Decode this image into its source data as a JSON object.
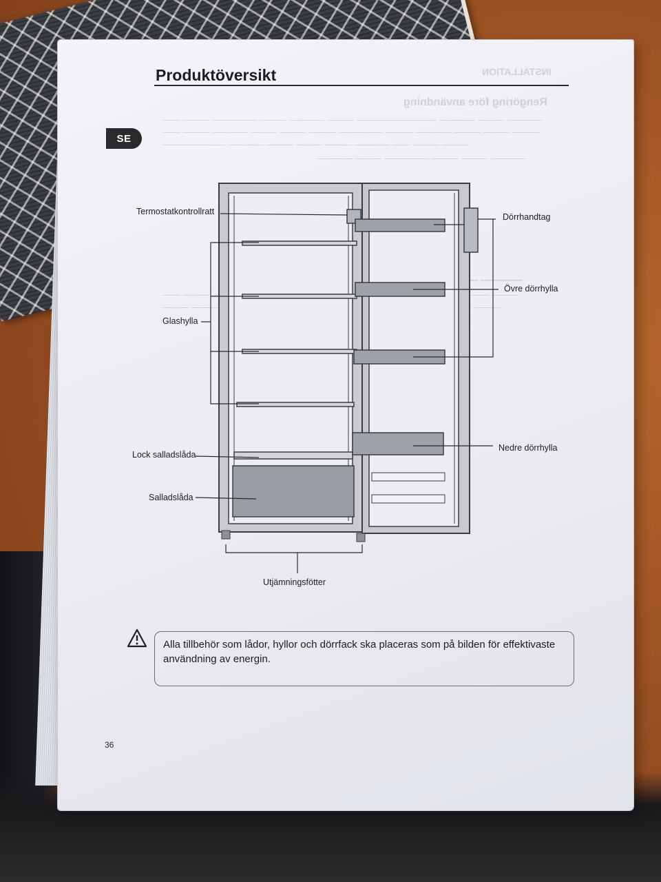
{
  "header": {
    "title": "Produktöversikt",
    "language_tab": "SE"
  },
  "labels": {
    "thermostat": "Termostatkontrollratt",
    "door_handle": "Dörrhandtag",
    "upper_door_shelf": "Övre dörrhylla",
    "glass_shelf": "Glashylla",
    "lower_door_shelf": "Nedre dörrhylla",
    "crisper_lid": "Lock salladslåda",
    "crisper": "Salladslåda",
    "leveling_feet": "Utjämningsfötter"
  },
  "note": {
    "icon": "warning-triangle-icon",
    "text": "Alla tillbehör som lådor, hyllor och dörrfack ska placeras som på bilden för effektivaste användning av energin."
  },
  "footer": {
    "page_number": "36"
  }
}
